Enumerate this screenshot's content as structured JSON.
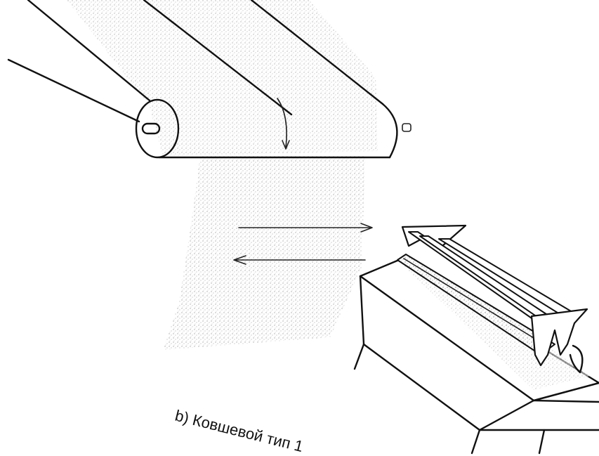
{
  "figure": {
    "caption": "b) Ковшевой тип 1",
    "components": [
      {
        "name": "belt-roller-drum",
        "icon": "cylinder-drum-icon"
      },
      {
        "name": "reciprocating-motion-arrows",
        "icon": "double-arrow-icon"
      },
      {
        "name": "bucket-mold-unit",
        "icon": "v-bucket-icon"
      }
    ],
    "colors": {
      "ink": "#111111",
      "background": "#ffffff",
      "stipple": "#9a9a9a"
    }
  }
}
